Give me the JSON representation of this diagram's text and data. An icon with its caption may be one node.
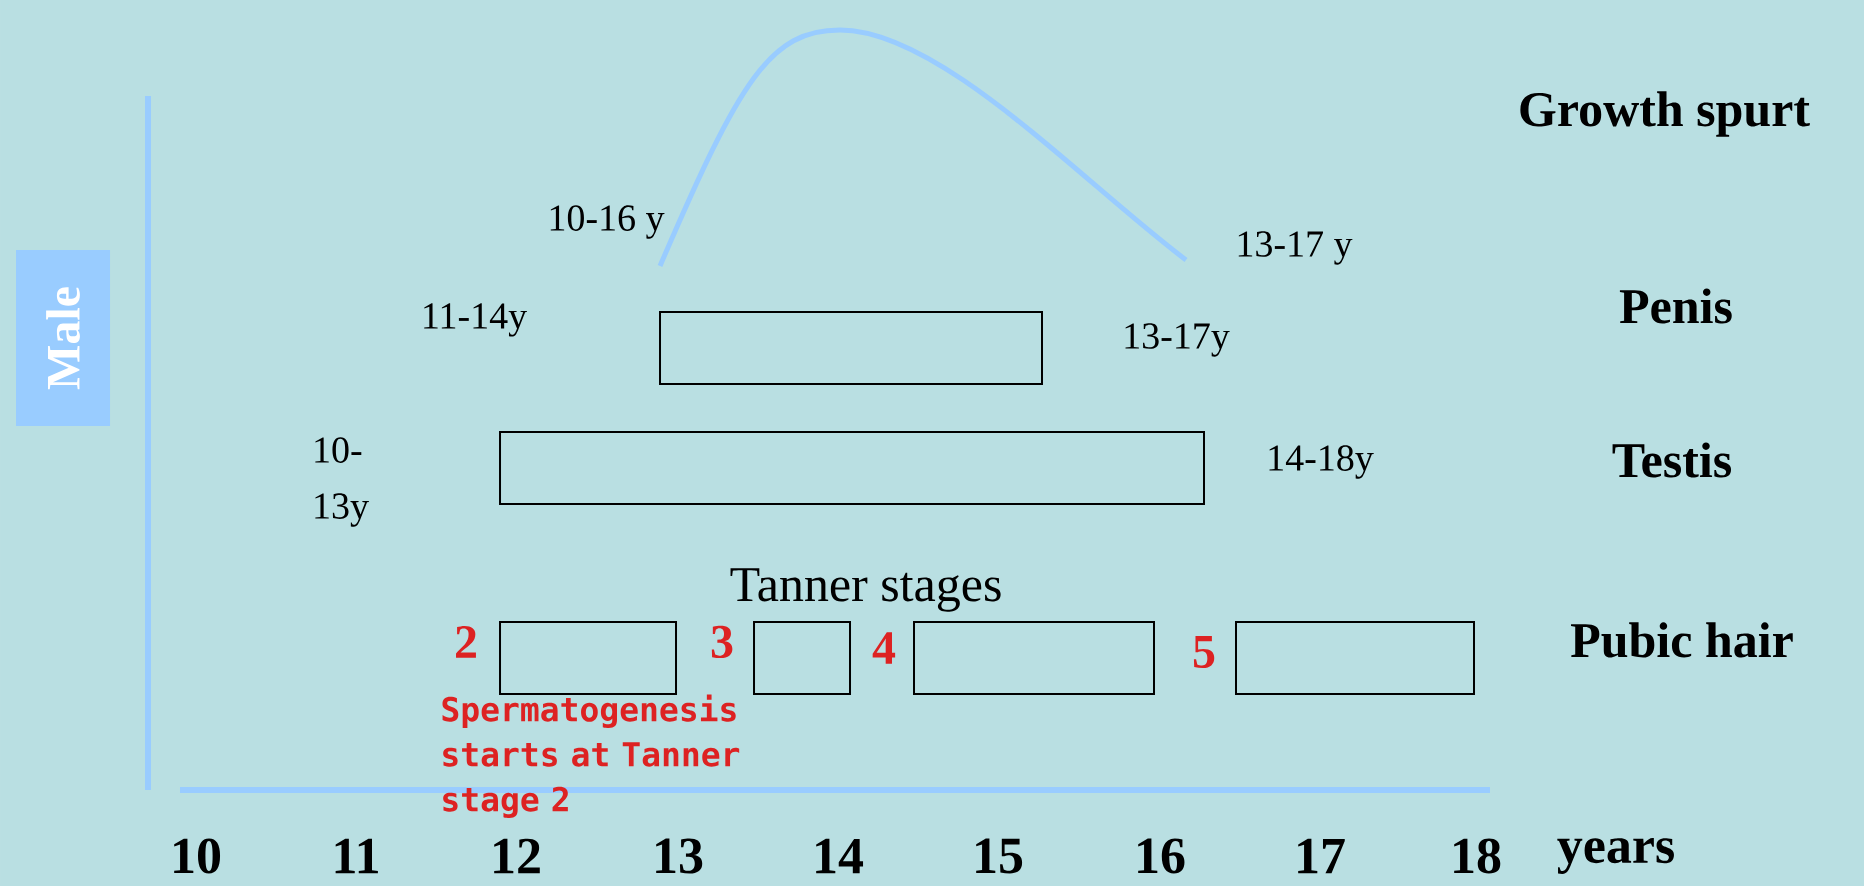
{
  "diagram": {
    "nodes": [
      {
        "text": [],
        "shape": "box",
        "beside": [
          "11-14y",
          "13-17y"
        ]
      },
      {
        "text": [],
        "shape": "box",
        "beside": [
          "10- 13y",
          "14-18y"
        ]
      },
      {
        "text": [],
        "shape": "box",
        "beside": [
          "2"
        ]
      },
      {
        "text": [],
        "shape": "box",
        "beside": [
          "3"
        ]
      },
      {
        "text": [],
        "shape": "box",
        "beside": [
          "4"
        ]
      },
      {
        "text": [],
        "shape": "box",
        "beside": [
          "5"
        ]
      }
    ],
    "labels": [
      "Male",
      "Growth spurt",
      "10-16 y",
      "13-17 y",
      "Penis",
      "Testis",
      "Tanner stages",
      "Pubic hair",
      "Spermatogenesis starts at Tanner stage 2",
      "10",
      "11",
      "12",
      "13",
      "14",
      "15",
      "16",
      "17",
      "18",
      "years"
    ]
  }
}
